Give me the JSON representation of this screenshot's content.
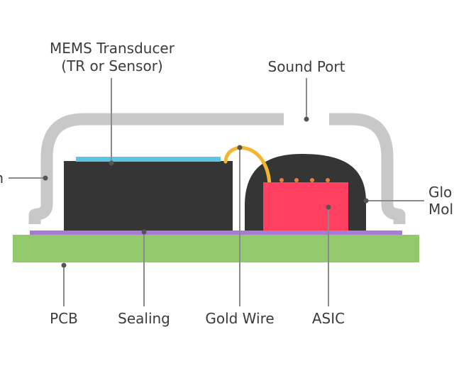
{
  "labels": {
    "mems_line1": "MEMS Transducer",
    "mems_line2": "(TR or Sensor)",
    "sound_port": "Sound Port",
    "lid_partial": "n",
    "glob_line1": "Glo",
    "glob_line2": "Mol",
    "pcb": "PCB",
    "sealing": "Sealing",
    "gold_wire": "Gold Wire",
    "asic": "ASIC"
  },
  "colors": {
    "lid": "#c8c8c8",
    "pcb": "#92c96b",
    "sealing": "#a77bd3",
    "mems": "#353536",
    "membrane": "#5bc3e3",
    "gold_wire": "#f2b632",
    "glob_top": "#353536",
    "asic": "#ff4060",
    "asic_pads": "#f07c3a",
    "leader": "#8a8a8a",
    "dot": "#555555",
    "text": "#3b3b3b"
  }
}
